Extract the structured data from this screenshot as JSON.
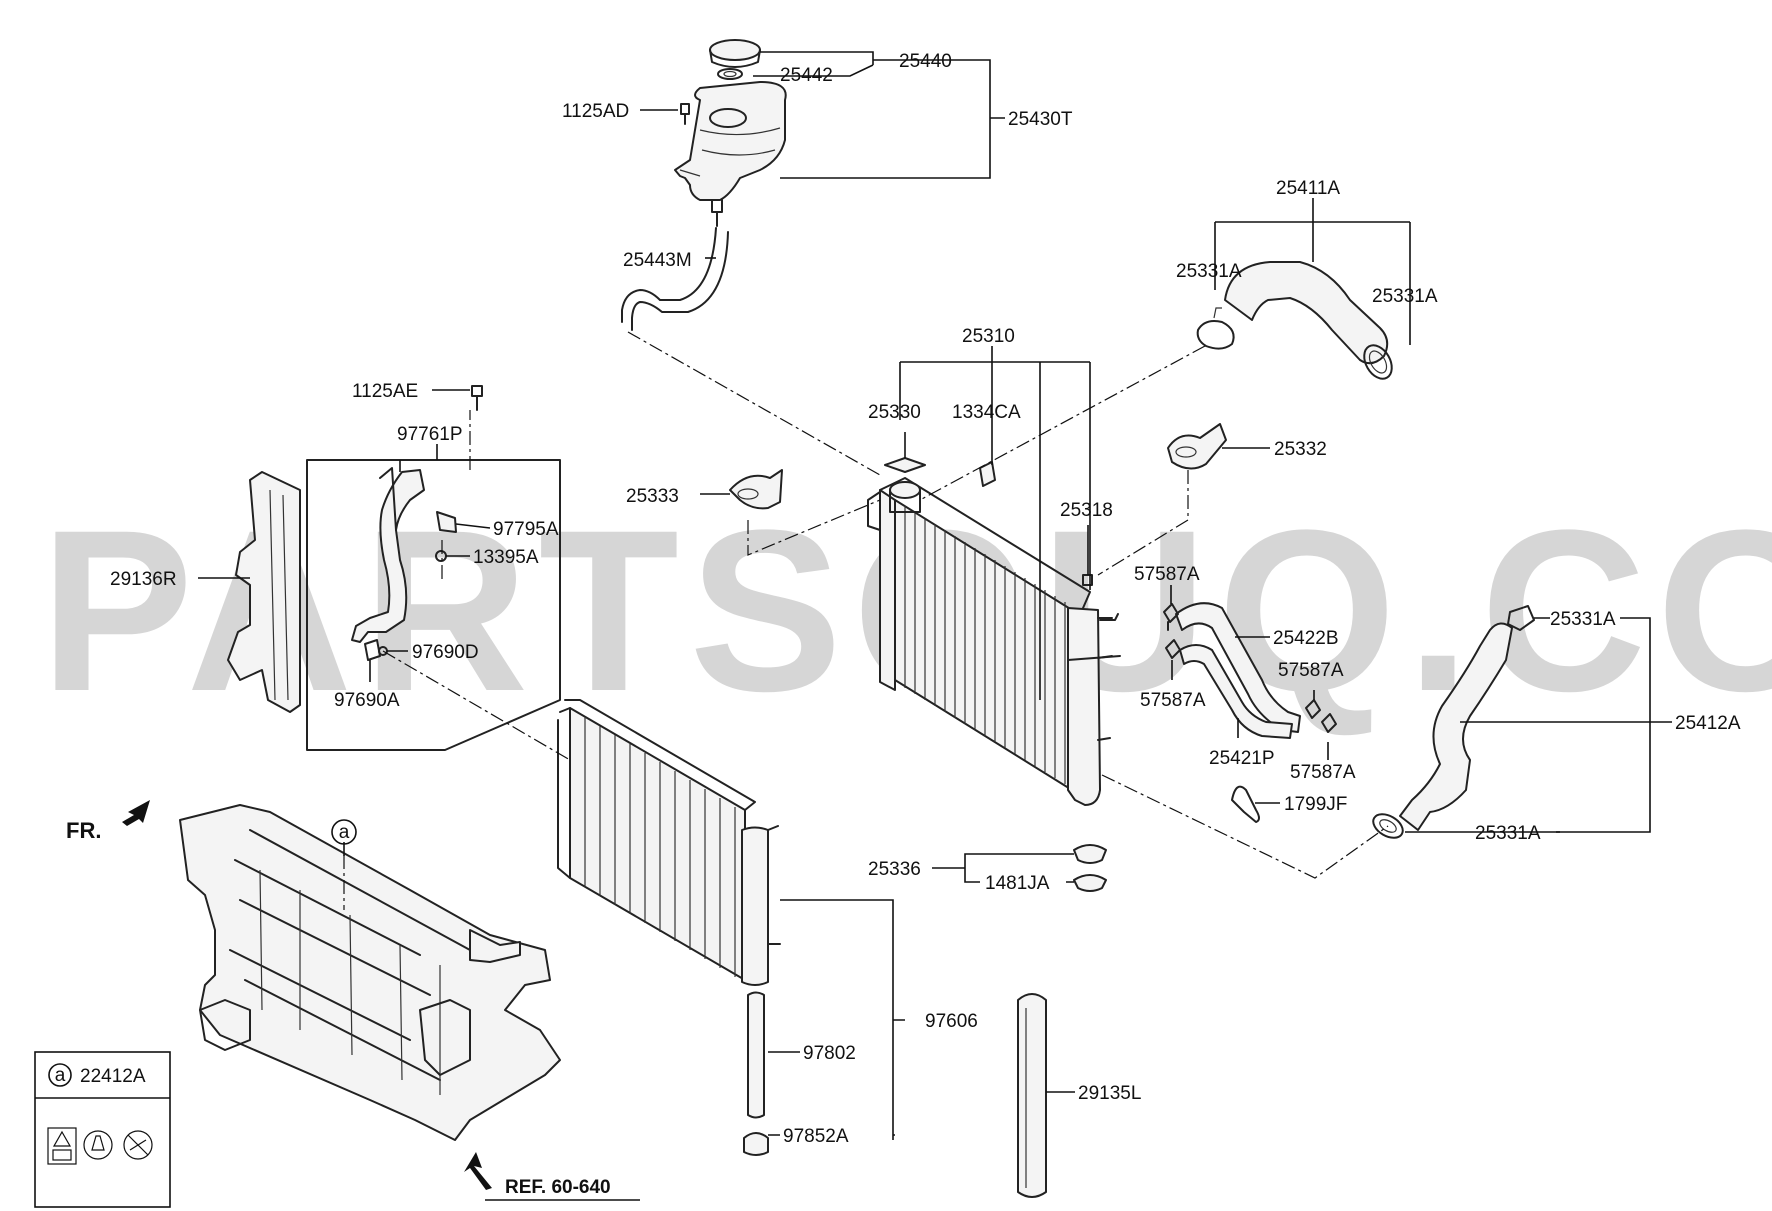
{
  "watermark": "PARTSOUQ.COM",
  "front_label": "FR.",
  "reference": "REF. 60-640",
  "legend": {
    "marker": "a",
    "part": "22412A"
  },
  "callout_marker": "a",
  "labels": [
    {
      "id": "p25440",
      "text": "25440"
    },
    {
      "id": "p25442",
      "text": "25442"
    },
    {
      "id": "p1125AD",
      "text": "1125AD"
    },
    {
      "id": "p25430T",
      "text": "25430T"
    },
    {
      "id": "p25411A",
      "text": "25411A"
    },
    {
      "id": "p25331A_1",
      "text": "25331A"
    },
    {
      "id": "p25331A_2",
      "text": "25331A"
    },
    {
      "id": "p25443M",
      "text": "25443M"
    },
    {
      "id": "p25310",
      "text": "25310"
    },
    {
      "id": "p1125AE",
      "text": "1125AE"
    },
    {
      "id": "p25330",
      "text": "25330"
    },
    {
      "id": "p1334CA",
      "text": "1334CA"
    },
    {
      "id": "p97761P",
      "text": "97761P"
    },
    {
      "id": "p25332",
      "text": "25332"
    },
    {
      "id": "p25333",
      "text": "25333"
    },
    {
      "id": "p25318",
      "text": "25318"
    },
    {
      "id": "p97795A",
      "text": "97795A"
    },
    {
      "id": "p13395A",
      "text": "13395A"
    },
    {
      "id": "p29136R",
      "text": "29136R"
    },
    {
      "id": "p57587A_1",
      "text": "57587A"
    },
    {
      "id": "p25422B",
      "text": "25422B"
    },
    {
      "id": "p25331A_3",
      "text": "25331A"
    },
    {
      "id": "p97690D",
      "text": "97690D"
    },
    {
      "id": "p57587A_2",
      "text": "57587A"
    },
    {
      "id": "p57587A_3",
      "text": "57587A"
    },
    {
      "id": "p97690A",
      "text": "97690A"
    },
    {
      "id": "p25412A",
      "text": "25412A"
    },
    {
      "id": "p25421P",
      "text": "25421P"
    },
    {
      "id": "p57587A_4",
      "text": "57587A"
    },
    {
      "id": "p1799JF",
      "text": "1799JF"
    },
    {
      "id": "p25331A_4",
      "text": "25331A"
    },
    {
      "id": "p25336",
      "text": "25336"
    },
    {
      "id": "p1481JA",
      "text": "1481JA"
    },
    {
      "id": "p97606",
      "text": "97606"
    },
    {
      "id": "p97802",
      "text": "97802"
    },
    {
      "id": "p29135L",
      "text": "29135L"
    },
    {
      "id": "p97852A",
      "text": "97852A"
    }
  ]
}
